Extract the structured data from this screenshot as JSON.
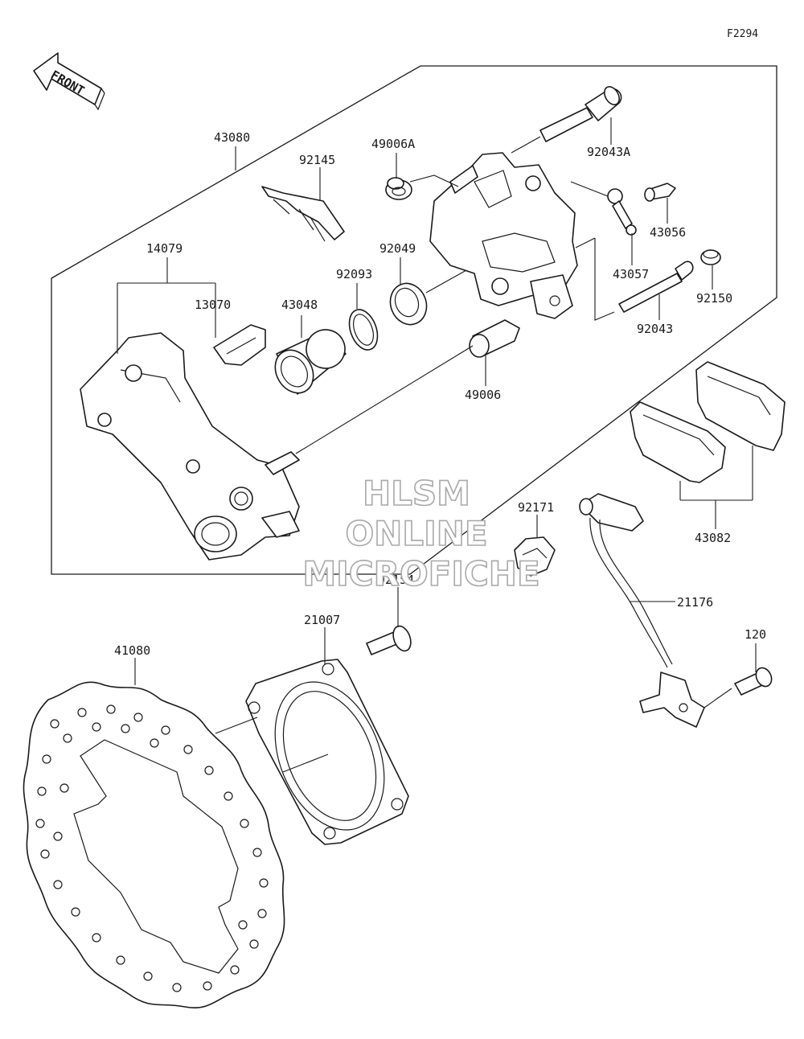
{
  "figure_code": "F2294",
  "front_label": "FRONT",
  "watermark": [
    "HLSM",
    "ONLINE",
    "MICROFICHE"
  ],
  "parts": {
    "p43080": "43080",
    "p92145": "92145",
    "p49006A": "49006A",
    "p92043A": "92043A",
    "p43056": "43056",
    "p43057": "43057",
    "p92049": "92049",
    "p92093": "92093",
    "p14079": "14079",
    "p13070": "13070",
    "p43048": "43048",
    "p92150": "92150",
    "p92043": "92043",
    "p49006": "49006",
    "p43082": "43082",
    "p92171": "92171",
    "p92154": "92154",
    "p21007": "21007",
    "p21176": "21176",
    "p41080": "41080",
    "p120": "120"
  },
  "colors": {
    "line": "#1a1a1a",
    "watermark": "#a9a9a9",
    "background": "#ffffff"
  }
}
